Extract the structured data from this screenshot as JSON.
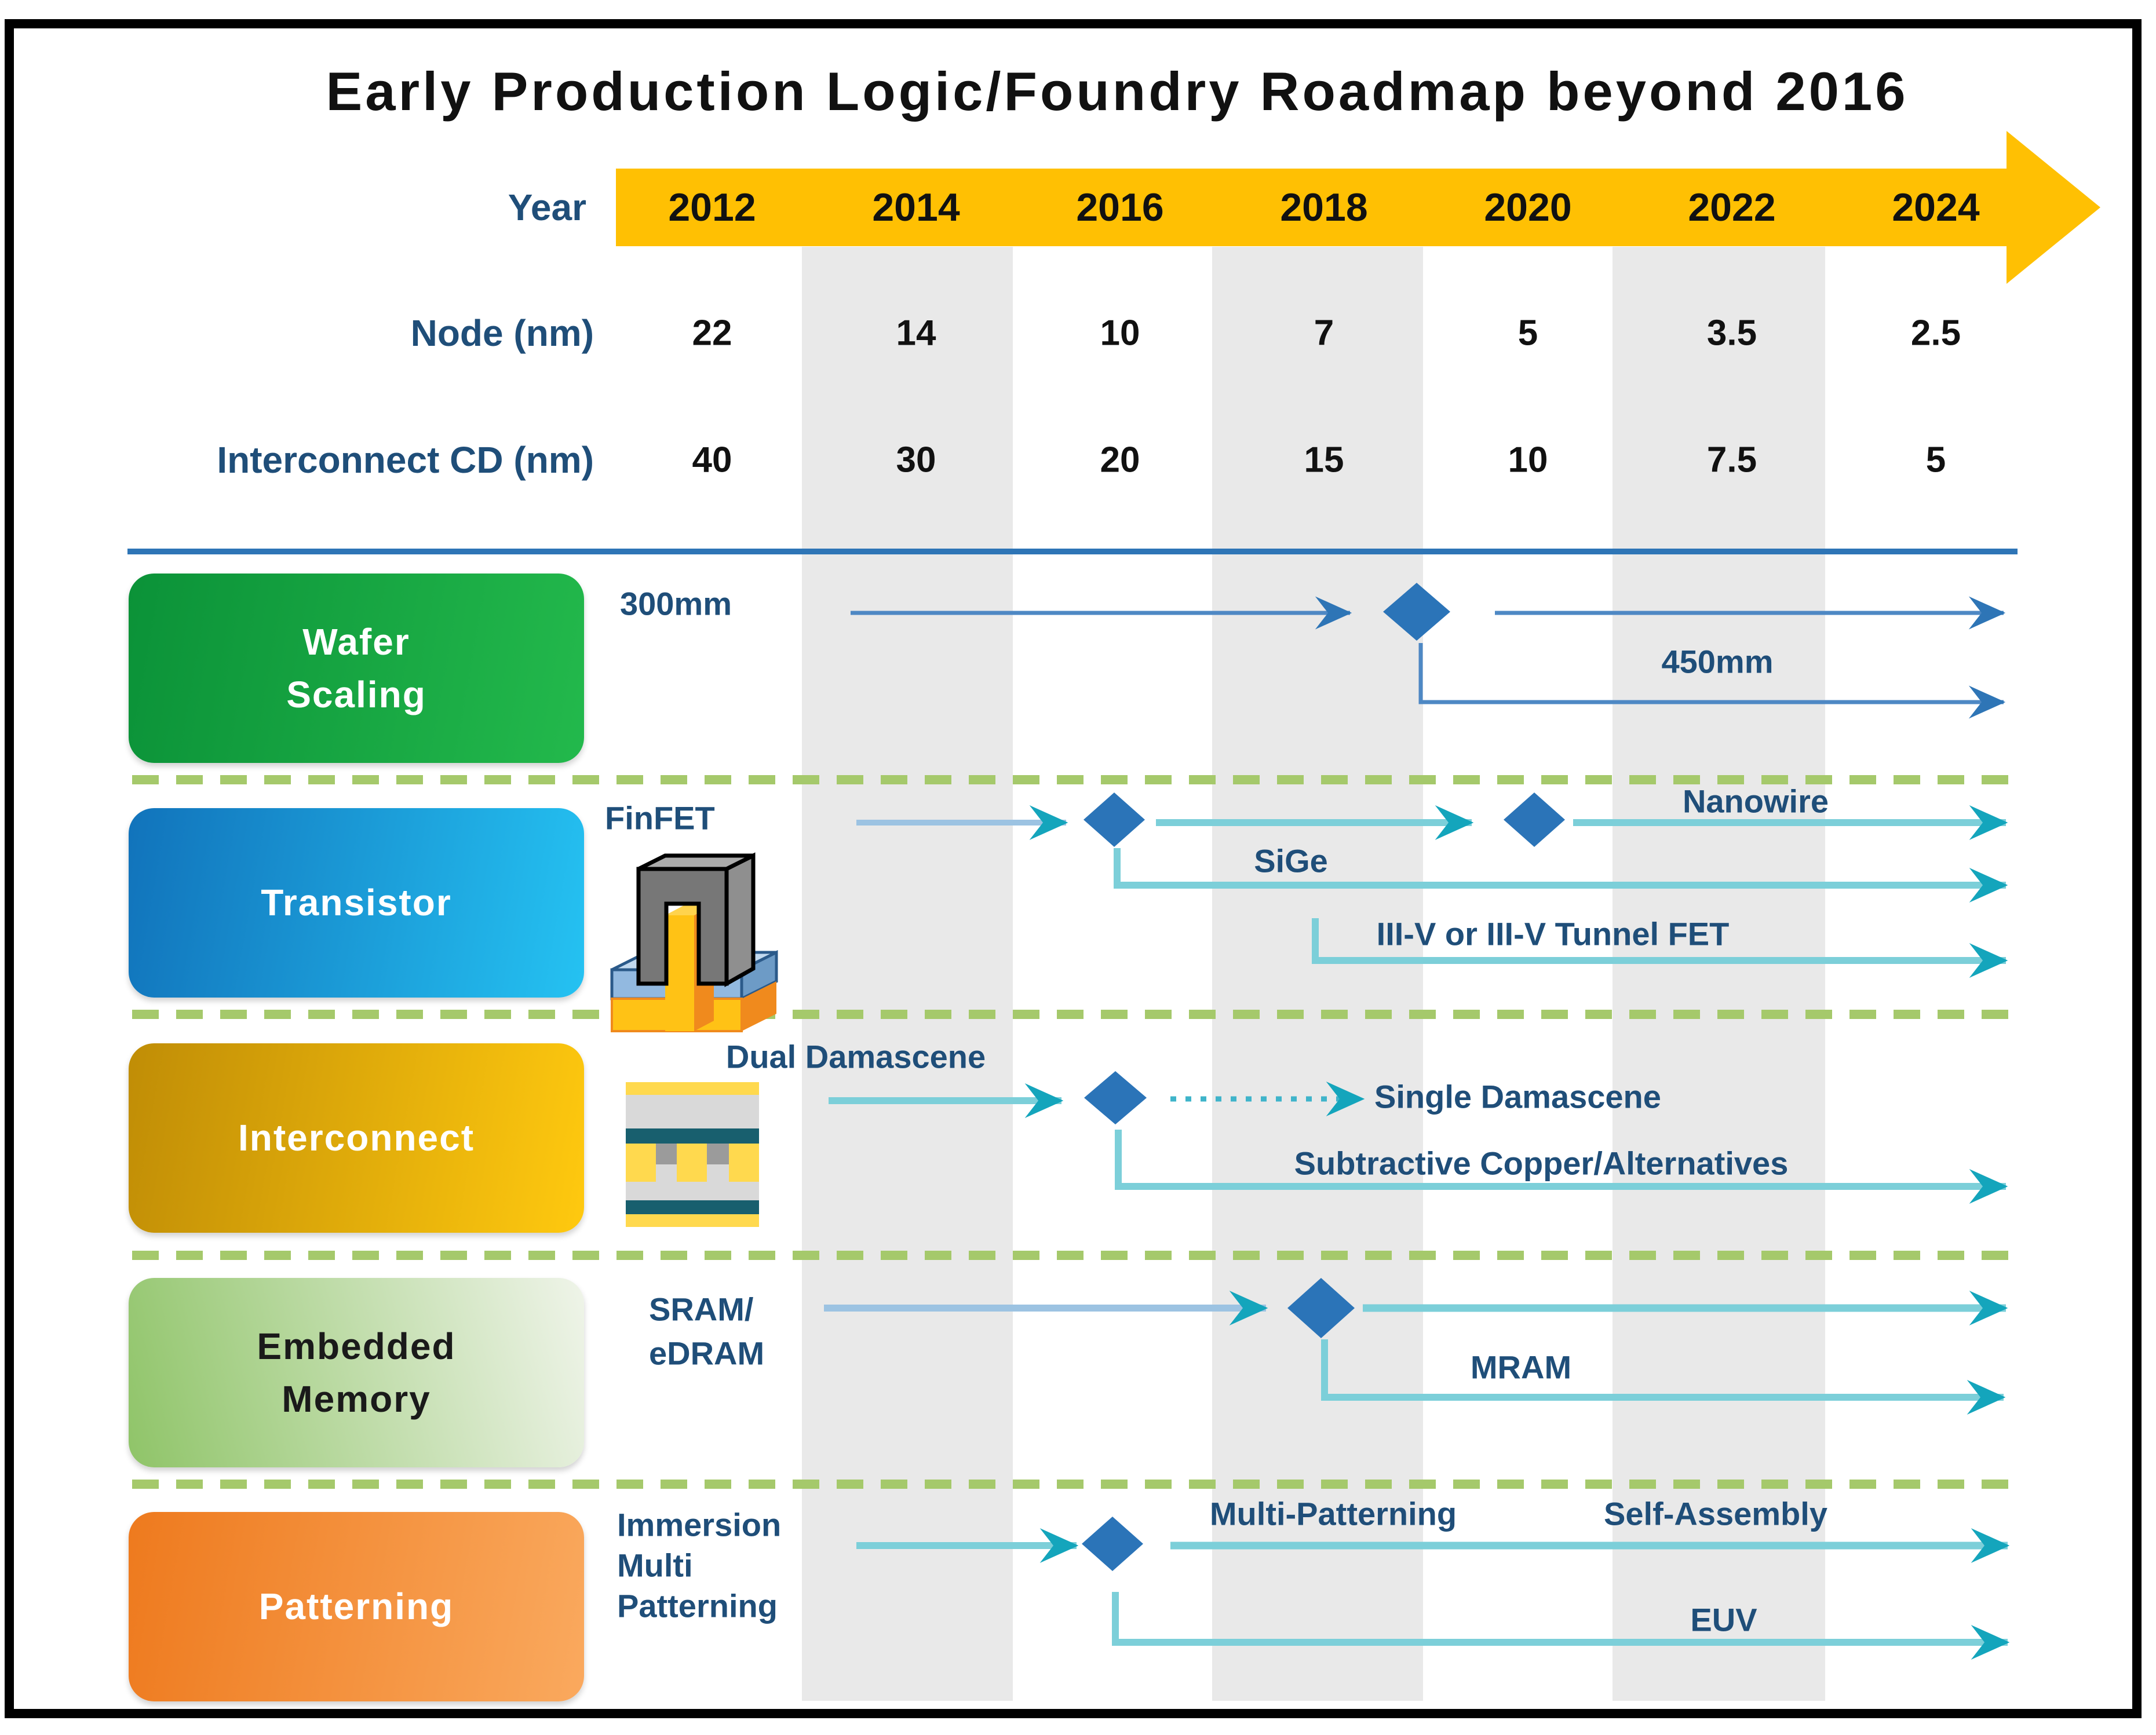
{
  "title": "Early Production Logic/Foundry Roadmap beyond 2016",
  "colors": {
    "timeline_band": "#FFC003",
    "label_navy": "#1F4E79",
    "steel_blue_arrow": "#2E75B6",
    "teal_arrow": "#14A5BC",
    "milestone_diamond": "#2B74B8",
    "separator_green": "#A5C96B",
    "column_stripe": "#E9E9E9"
  },
  "header": {
    "year_label": "Year",
    "years": [
      "2012",
      "2014",
      "2016",
      "2018",
      "2020",
      "2022",
      "2024"
    ],
    "node_label": "Node (nm)",
    "node_values": [
      "22",
      "14",
      "10",
      "7",
      "5",
      "3.5",
      "2.5"
    ],
    "cd_label": "Interconnect CD (nm)",
    "cd_values": [
      "40",
      "30",
      "20",
      "15",
      "10",
      "7.5",
      "5"
    ]
  },
  "rows": {
    "wafer": {
      "title_line1": "Wafer",
      "title_line2": "Scaling",
      "main_label": "300mm",
      "branch_label": "450mm"
    },
    "transistor": {
      "title": "Transistor",
      "tech_label": "FinFET",
      "mid_branch_label": "SiGe",
      "main_right_label": "Nanowire",
      "lower_branch_label": "III-V or III-V Tunnel FET"
    },
    "interconnect": {
      "title": "Interconnect",
      "tech_label": "Dual Damascene",
      "next_label": "Single Damascene",
      "branch_label": "Subtractive Copper/Alternatives"
    },
    "memory": {
      "title_line1": "Embedded",
      "title_line2": "Memory",
      "tech_label_line1": "SRAM/",
      "tech_label_line2": "eDRAM",
      "branch_label": "MRAM"
    },
    "patterning": {
      "title": "Patterning",
      "tech_label_line1": "Immersion",
      "tech_label_line2": "Multi",
      "tech_label_line3": "Patterning",
      "main_label1": "Multi-Patterning",
      "main_label2": "Self-Assembly",
      "branch_label": "EUV"
    }
  }
}
